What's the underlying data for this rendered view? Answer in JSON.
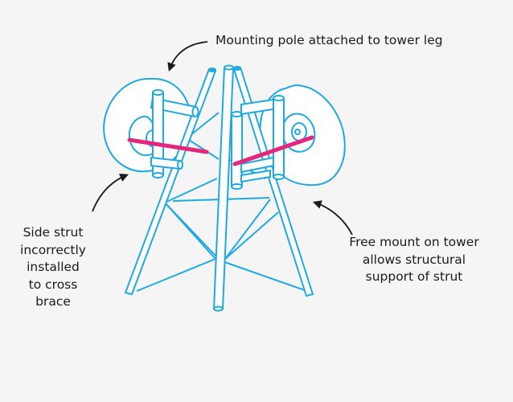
{
  "diagram": {
    "annotations": {
      "top": {
        "text": "Mounting pole attached to tower leg"
      },
      "left": {
        "lines": [
          "Side strut",
          "incorrectly",
          "installed",
          "to cross",
          "brace"
        ]
      },
      "right": {
        "lines": [
          "Free mount on tower",
          "allows structural",
          "support of strut"
        ]
      }
    },
    "colors": {
      "background": "#f5f5f5",
      "structure_stroke": "#1ea9e1",
      "fill": "#ffffff",
      "strut_highlight": "#e3277f",
      "arrow": "#1a1a1a",
      "text": "#1a1a1a"
    }
  }
}
